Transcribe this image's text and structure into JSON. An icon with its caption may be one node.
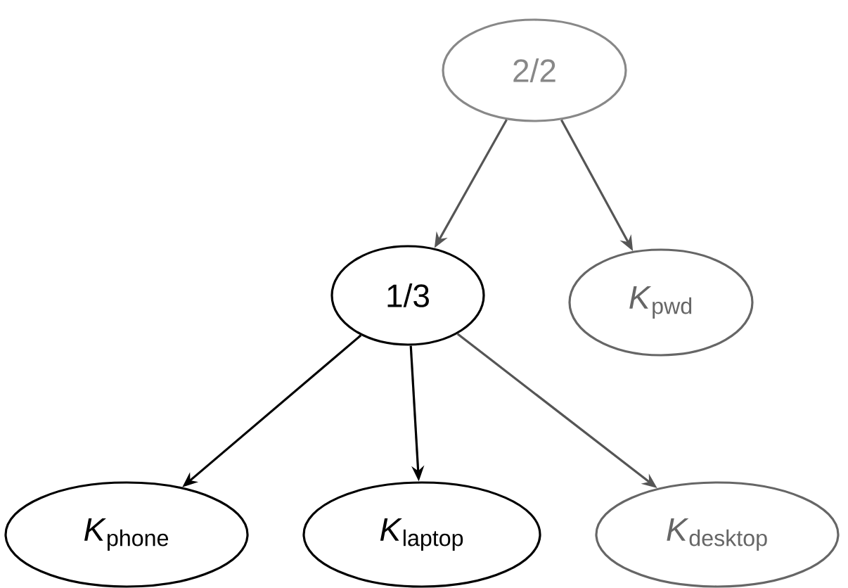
{
  "diagram": {
    "nodes": [
      {
        "text": [
          "2/2"
        ]
      },
      {
        "text": [
          "1/3"
        ]
      },
      {
        "text": [
          "*K*$_{pwd}$"
        ]
      },
      {
        "text": [
          "*K*$_{phone}$"
        ]
      },
      {
        "text": [
          "*K*$_{laptop}$"
        ]
      },
      {
        "text": [
          "*K*$_{desktop}$"
        ]
      }
    ],
    "edges": [
      {
        "from": 0,
        "to": 1,
        "arrow": "to",
        "color": "#555555"
      },
      {
        "from": 0,
        "to": 2,
        "arrow": "to",
        "color": "#555555"
      },
      {
        "from": 1,
        "to": 3,
        "arrow": "to",
        "color": "#000000"
      },
      {
        "from": 1,
        "to": 4,
        "arrow": "to",
        "color": "#000000"
      },
      {
        "from": 1,
        "to": 5,
        "arrow": "to",
        "color": "#555555"
      }
    ]
  }
}
